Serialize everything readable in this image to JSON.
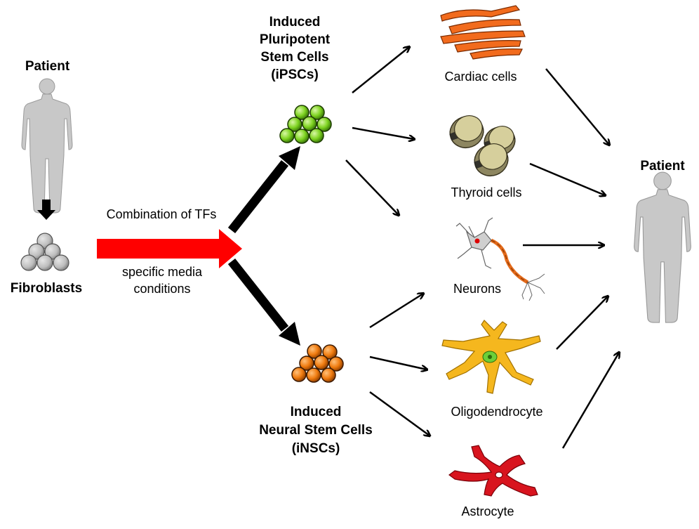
{
  "labels": {
    "patient_left": "Patient",
    "fibroblasts": "Fibroblasts",
    "tf_text": "Combination of TFs",
    "media_line1": "specific media",
    "media_line2": "conditions",
    "ipsc_line1": "Induced",
    "ipsc_line2": "Pluripotent",
    "ipsc_line3": "Stem Cells",
    "ipsc_line4": "(iPSCs)",
    "insc_line1": "Induced",
    "insc_line2": "Neural Stem Cells",
    "insc_line3": "(iNSCs)",
    "cardiac": "Cardiac cells",
    "thyroid": "Thyroid cells",
    "neurons": "Neurons",
    "oligo": "Oligodendrocyte",
    "astro": "Astrocyte",
    "patient_right": "Patient"
  },
  "colors": {
    "fibroblast": "#bdbdbd",
    "ipsc": "#7ed321",
    "insc": "#f07c10",
    "red_arrow": "#ff0000",
    "cardiac": "#f26b1d",
    "thyroid": "#c8bf8a",
    "oligo": "#f5b71e",
    "astro": "#d8141e",
    "silhouette": "#c8c8c8"
  }
}
